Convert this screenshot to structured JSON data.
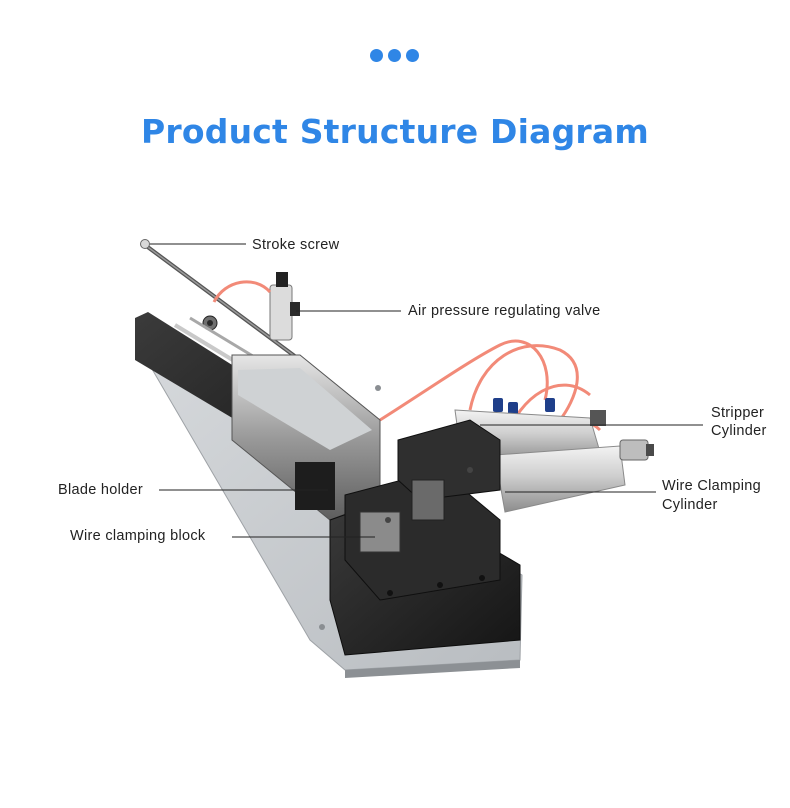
{
  "header": {
    "title": "Product Structure Diagram",
    "accent_color": "#2f86e6"
  },
  "labels": {
    "stroke_screw": "Stroke screw",
    "air_valve": "Air pressure regulating valve",
    "stripper_line1": "Stripper",
    "stripper_line2": "Cylinder",
    "clamping_line1": "Wire Clamping",
    "clamping_line2": "Cylinder",
    "blade_holder": "Blade holder",
    "clamping_block": "Wire clamping block"
  }
}
